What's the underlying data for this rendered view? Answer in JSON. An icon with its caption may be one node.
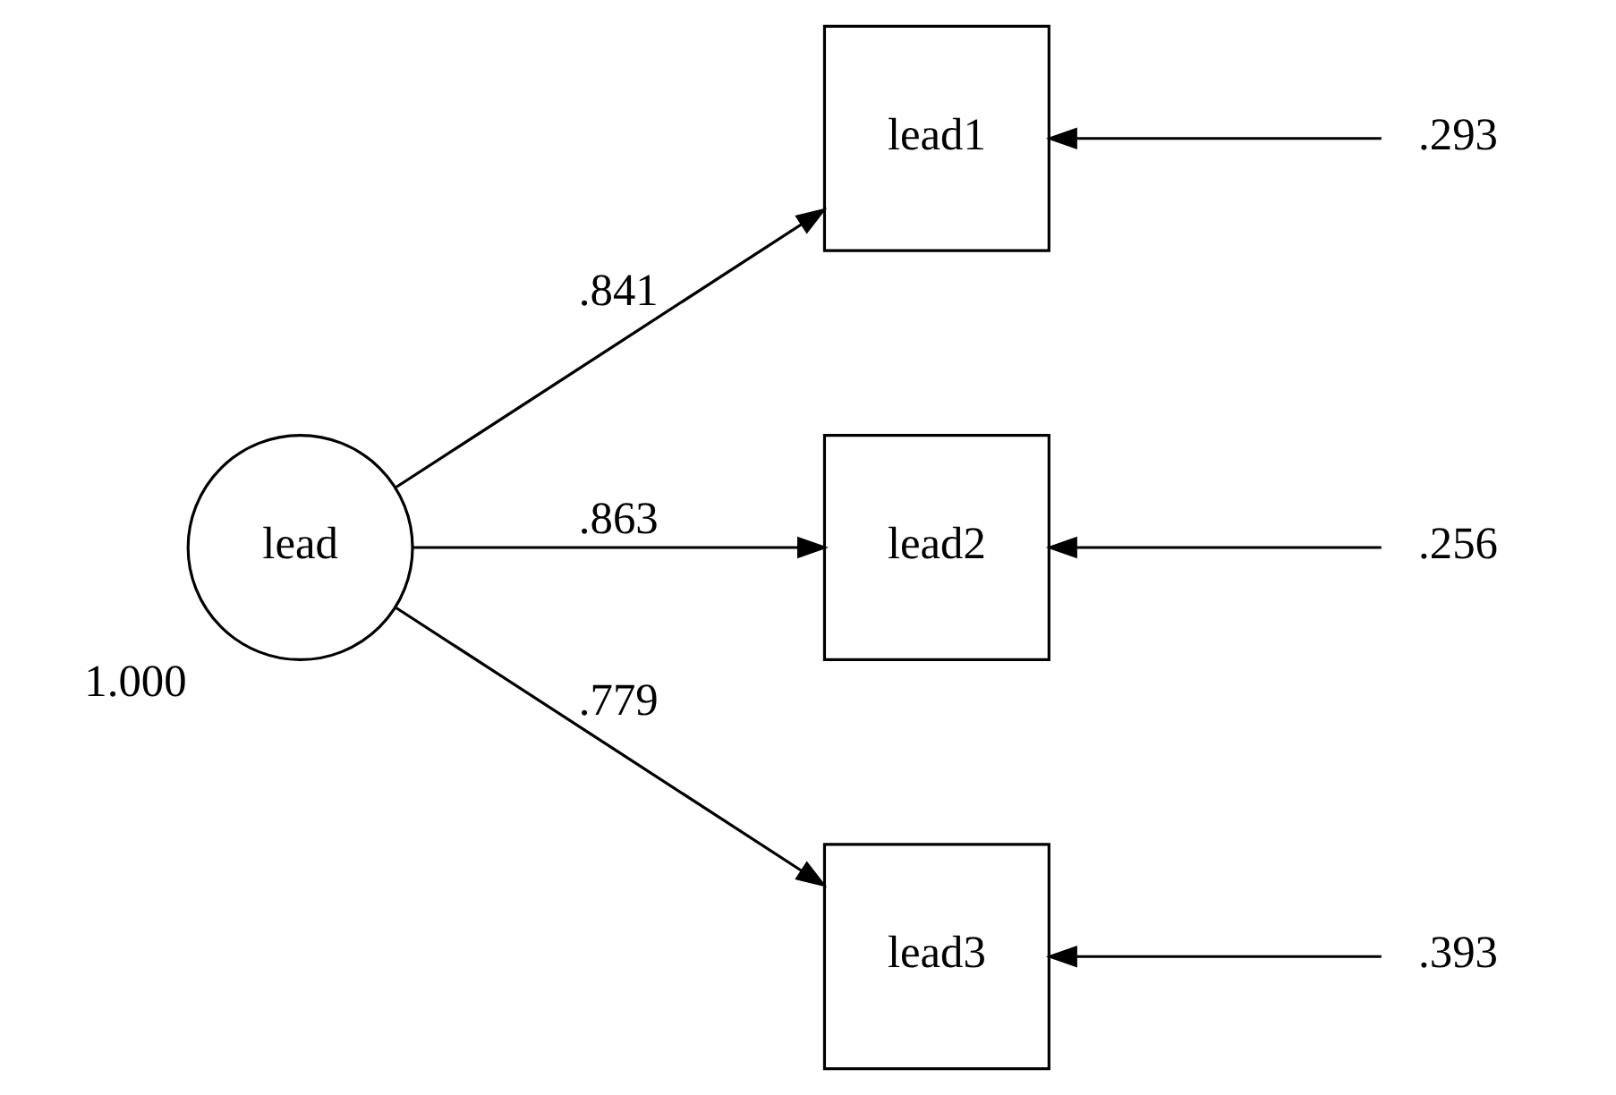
{
  "diagram": {
    "nodes": [
      {
        "text": [
          "lead"
        ],
        "beside": [
          "1.000"
        ]
      },
      {
        "text": [
          "lead1"
        ]
      },
      {
        "text": [
          "lead2"
        ]
      },
      {
        "text": [
          "lead3"
        ]
      },
      {
        "text": [
          ".293"
        ]
      },
      {
        "text": [
          ".256"
        ]
      },
      {
        "text": [
          ".393"
        ]
      }
    ],
    "edges": [
      {
        "from": 0,
        "to": 1,
        "arrow": "to",
        "label": ".841"
      },
      {
        "from": 0,
        "to": 2,
        "arrow": "to",
        "label": ".863"
      },
      {
        "from": 0,
        "to": 3,
        "arrow": "to",
        "label": ".779"
      },
      {
        "from": 4,
        "to": 1,
        "arrow": "to"
      },
      {
        "from": 5,
        "to": 2,
        "arrow": "to"
      },
      {
        "from": 6,
        "to": 3,
        "arrow": "to"
      }
    ]
  }
}
